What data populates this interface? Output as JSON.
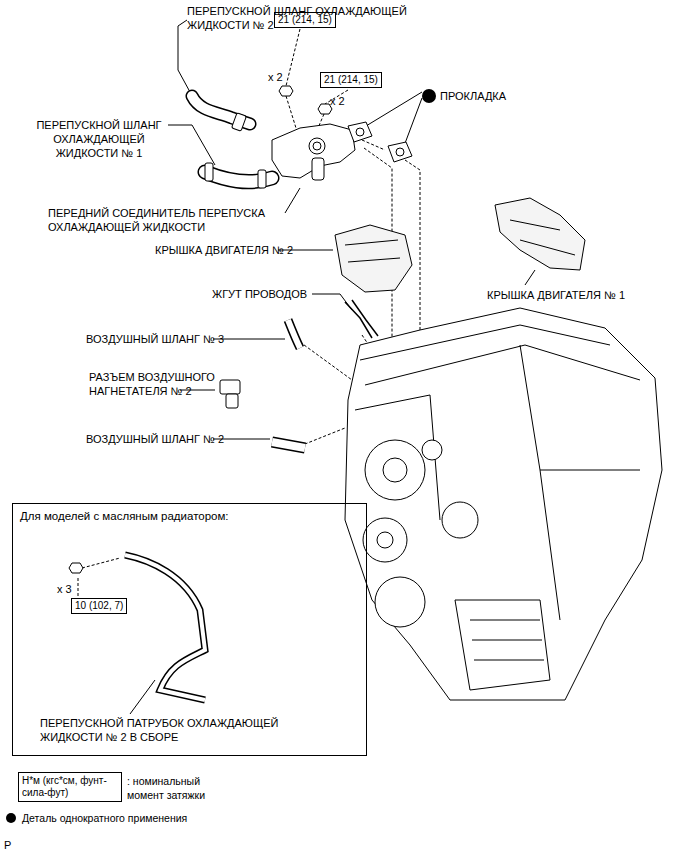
{
  "diagram": {
    "nodes": [
      {
        "text": [
          "21 (214, 15)"
        ]
      },
      {
        "text": [
          "21 (214, 15)"
        ]
      },
      {
        "text": [
          "Для моделей с масляным радиатором:"
        ]
      },
      {
        "text": [
          "10 (102, 7)"
        ],
        "in": 2
      },
      {
        "text": [
          "Н*м (кгс*см, фунт-сила-фут)"
        ]
      }
    ],
    "labels": [
      "ПЕРЕПУСКНОЙ ШЛАНГ ОХЛАЖДАЮЩЕЙ ЖИДКОСТИ № 2",
      "x 2",
      "x 2",
      "ПРОКЛАДКА",
      "ПЕРЕПУСКНОЙ ШЛАНГ ОХЛАЖДАЮЩЕЙ ЖИДКОСТИ № 1",
      "ПЕРЕДНИЙ СОЕДИНИТЕЛЬ ПЕРЕПУСКА ОХЛАЖДАЮЩЕЙ ЖИДКОСТИ",
      "КРЫШКА ДВИГАТЕЛЯ № 2",
      "КРЫШКА ДВИГАТЕЛЯ № 1",
      "ЖГУТ ПРОВОДОВ",
      "ВОЗДУШНЫЙ ШЛАНГ № 3",
      "РАЗЪЕМ ВОЗДУШНОГО НАГНЕТАТЕЛЯ № 2",
      "ВОЗДУШНЫЙ ШЛАНГ № 2",
      "x 3",
      "ПЕРЕПУСКНОЙ ПАТРУБОК ОХЛАЖДАЮЩЕЙ ЖИДКОСТИ № 2 В СБОРЕ",
      "P"
    ],
    "legend": [
      {
        "text": ": номинальный момент затяжки"
      },
      {
        "text": "Деталь однократного применения"
      }
    ]
  }
}
